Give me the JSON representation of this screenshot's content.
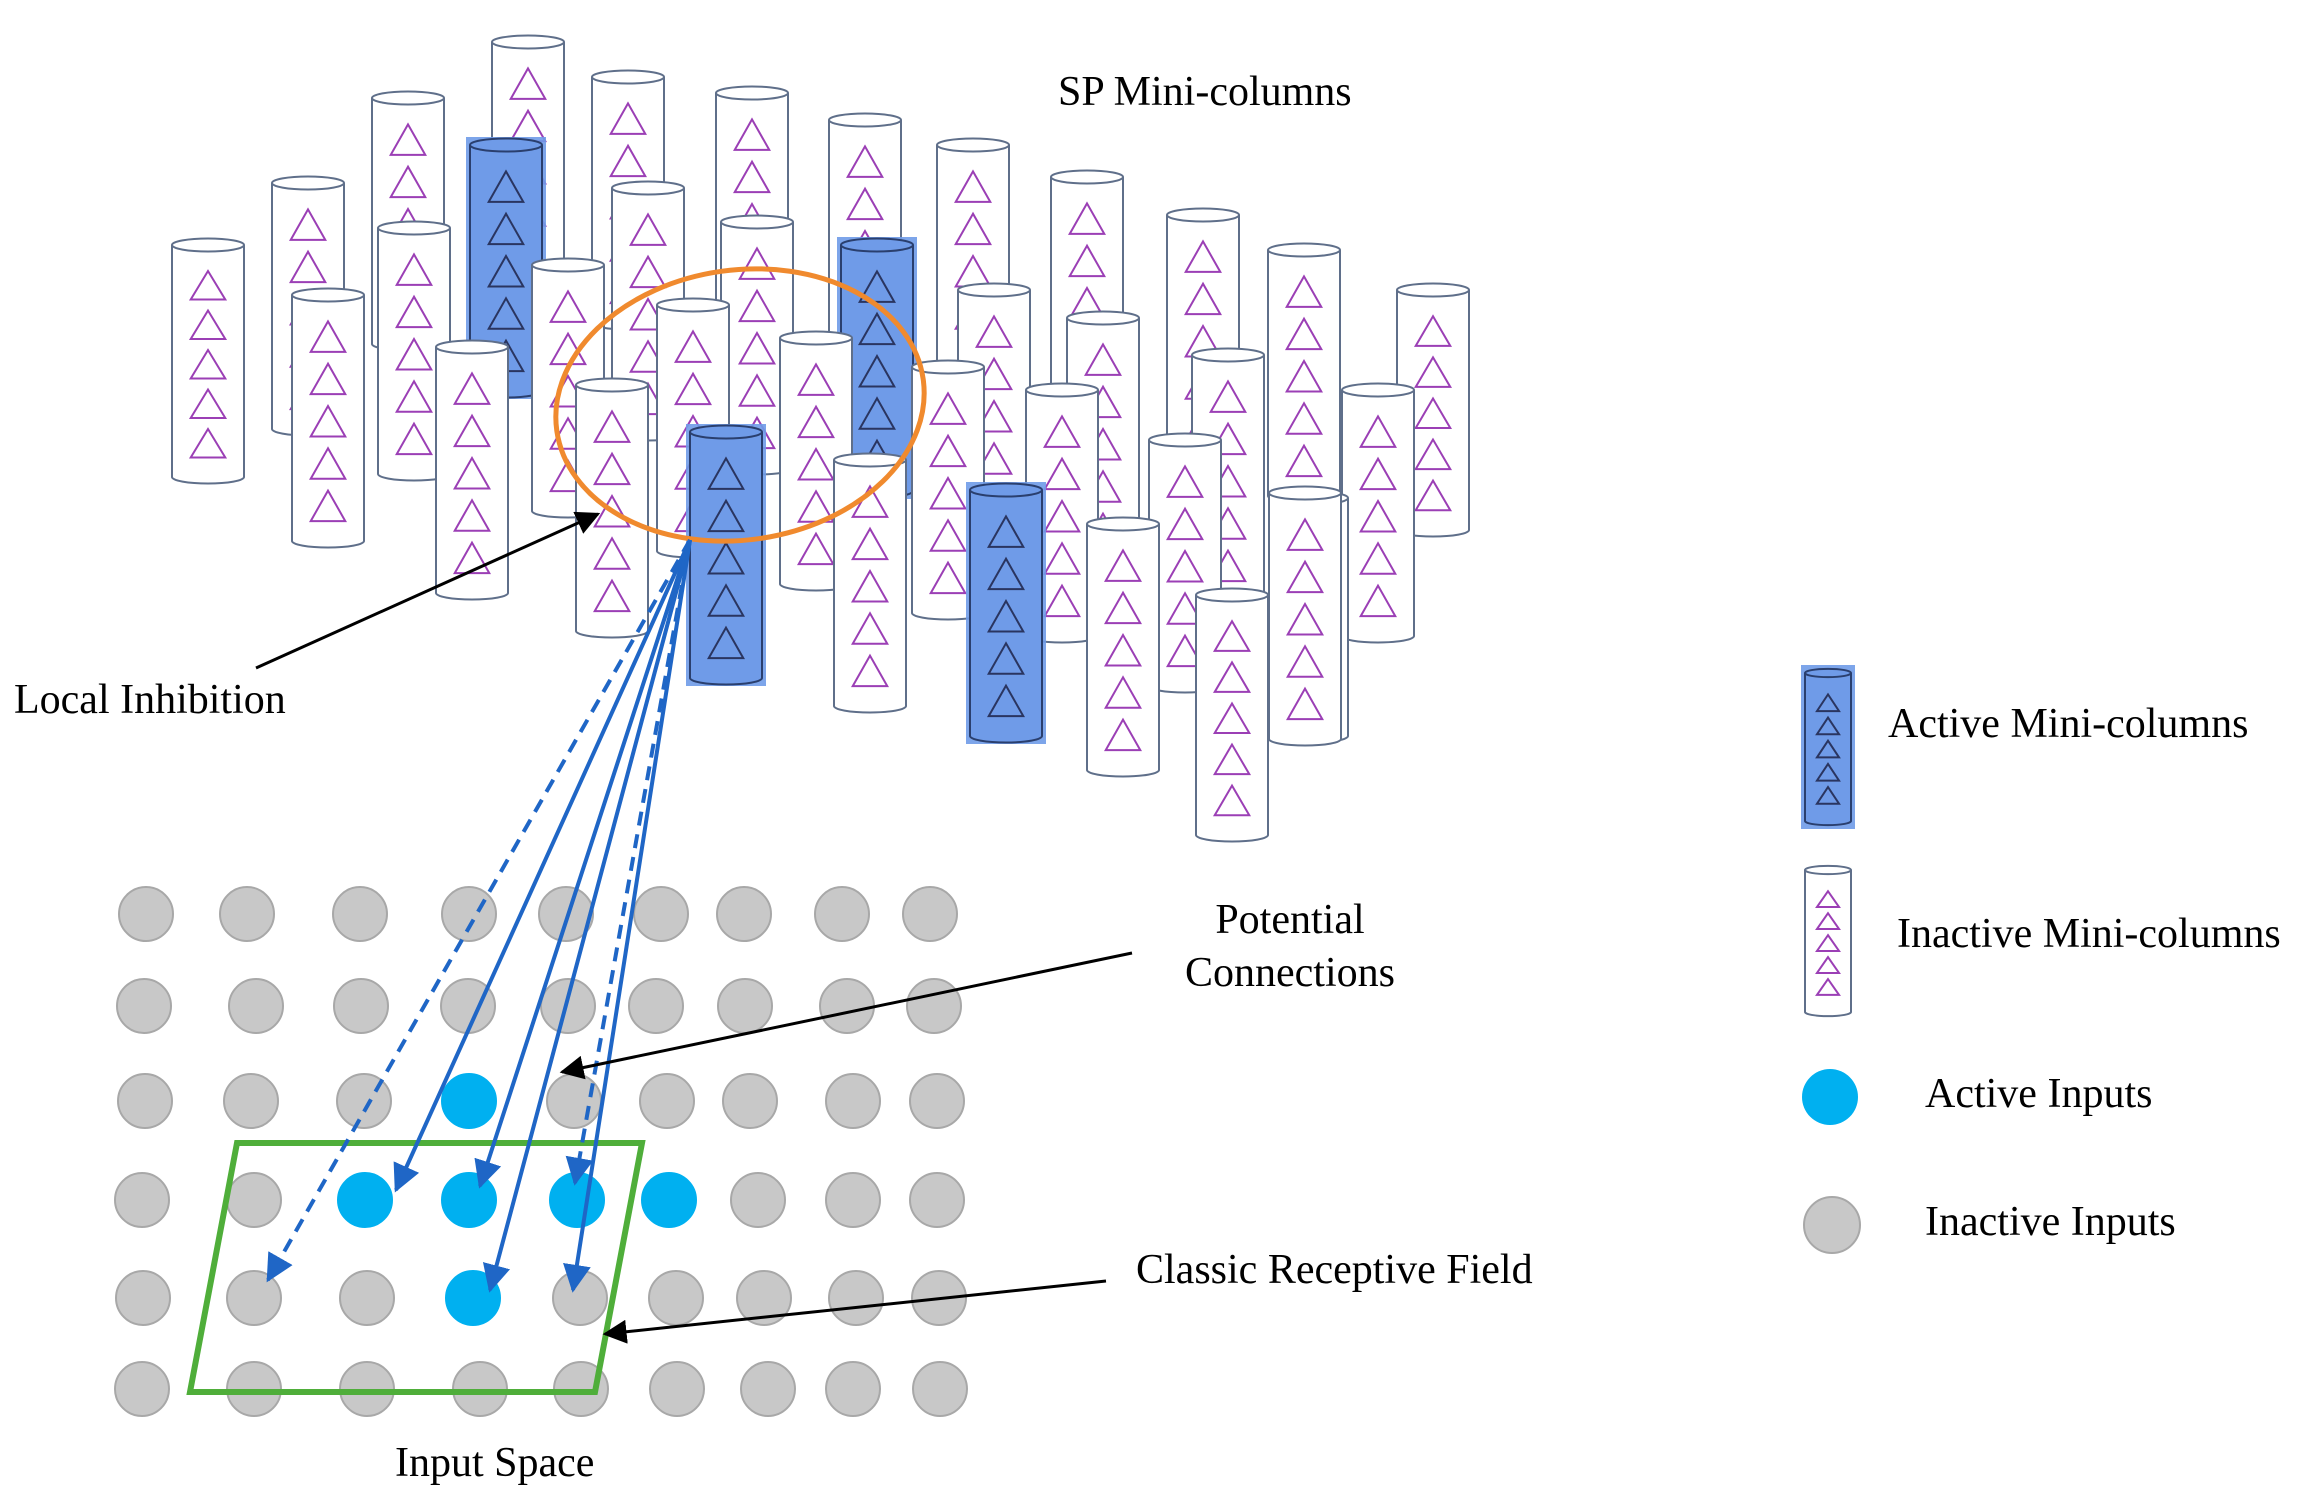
{
  "labels": {
    "title": "SP Mini-columns",
    "local_inhibition": "Local Inhibition",
    "potential_connections_line1": "Potential",
    "potential_connections_line2": "Connections",
    "classic_receptive_field": "Classic Receptive Field",
    "input_space": "Input Space"
  },
  "legend": {
    "active_columns": "Active Mini-columns",
    "inactive_columns": "Inactive Mini-columns",
    "active_inputs": "Active Inputs",
    "inactive_inputs": "Inactive Inputs"
  },
  "colors": {
    "active_column_fill": "#6f9be8",
    "active_column_stroke": "#2a3f6e",
    "inactive_column_stroke": "#5f6f8a",
    "inactive_triangle": "#9b3fb5",
    "active_triangle": "#2a3560",
    "inhibition_ring": "#f08a2e",
    "active_input": "#00b0f0",
    "inactive_input": "#c8c8c8",
    "inactive_input_stroke": "#a8a8a8",
    "connection_arrow": "#1f66c6",
    "receptive_field": "#4fae3a",
    "annotation_arrow": "#000000"
  },
  "columns": {
    "total": 36,
    "active": 4,
    "triangles_per_column": 5
  },
  "input_grid": {
    "rows": 6,
    "cols": 9,
    "active_inputs": 6
  }
}
